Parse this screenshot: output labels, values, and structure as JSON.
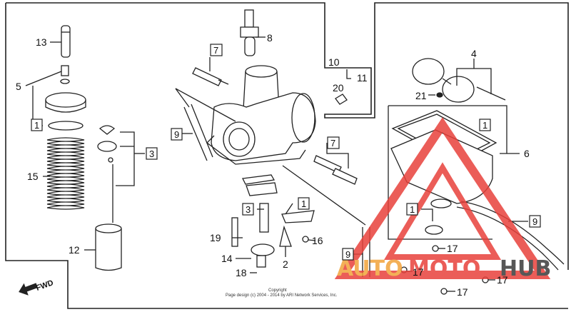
{
  "diagram": {
    "callouts": {
      "c1": "1",
      "c2": "2",
      "c3": "3",
      "c4": "4",
      "c5": "5",
      "c6": "6",
      "c7": "7",
      "c8": "8",
      "c9": "9",
      "c10": "10",
      "c11": "11",
      "c12": "12",
      "c13": "13",
      "c14": "14",
      "c15": "15",
      "c16": "16",
      "c17": "17",
      "c18": "18",
      "c19": "19",
      "c20": "20",
      "c21": "21"
    },
    "fwd_label": "FWD",
    "copyright_line1": "Copyright",
    "copyright_line2": "Page design (c) 2004 - 2014 by ARI Network Services, Inc."
  },
  "watermark": {
    "part1": "AUTO",
    "part2": "MOTO",
    "part3": "HUB",
    "color_red": "#e8413b",
    "color_orange": "#f2a33a",
    "color_dark": "#3a3a3a"
  }
}
